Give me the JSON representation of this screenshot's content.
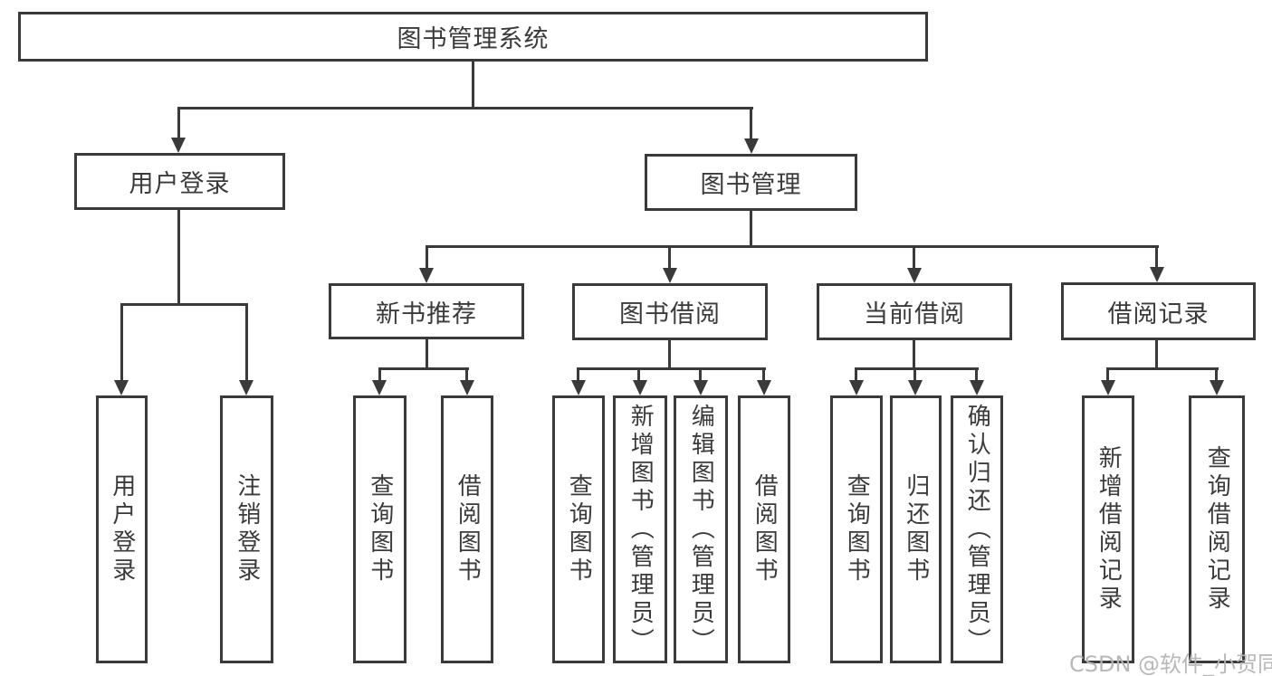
{
  "tree": {
    "label": "图书管理系统",
    "children": [
      {
        "label": "用户登录",
        "children": [
          {
            "label": "用户登录"
          },
          {
            "label": "注销登录"
          }
        ]
      },
      {
        "label": "图书管理",
        "children": [
          {
            "label": "新书推荐",
            "children": [
              {
                "label": "查询图书"
              },
              {
                "label": "借阅图书"
              }
            ]
          },
          {
            "label": "图书借阅",
            "children": [
              {
                "label": "查询图书"
              },
              {
                "label": "新增图书（管理员）"
              },
              {
                "label": "编辑图书（管理员）"
              },
              {
                "label": "借阅图书"
              }
            ]
          },
          {
            "label": "当前借阅",
            "children": [
              {
                "label": "查询图书"
              },
              {
                "label": "归还图书"
              },
              {
                "label": "确认归还（管理员）"
              }
            ]
          },
          {
            "label": "借阅记录",
            "children": [
              {
                "label": "新增借阅记录"
              },
              {
                "label": "查询借阅记录"
              }
            ]
          }
        ]
      }
    ]
  },
  "watermark": {
    "text": "CSDN @软件_小贺同学"
  },
  "colors": {
    "line": "#3a3a3a",
    "text": "#3a3a3a",
    "background": "#ffffff",
    "watermark": "#b5b5b5"
  }
}
